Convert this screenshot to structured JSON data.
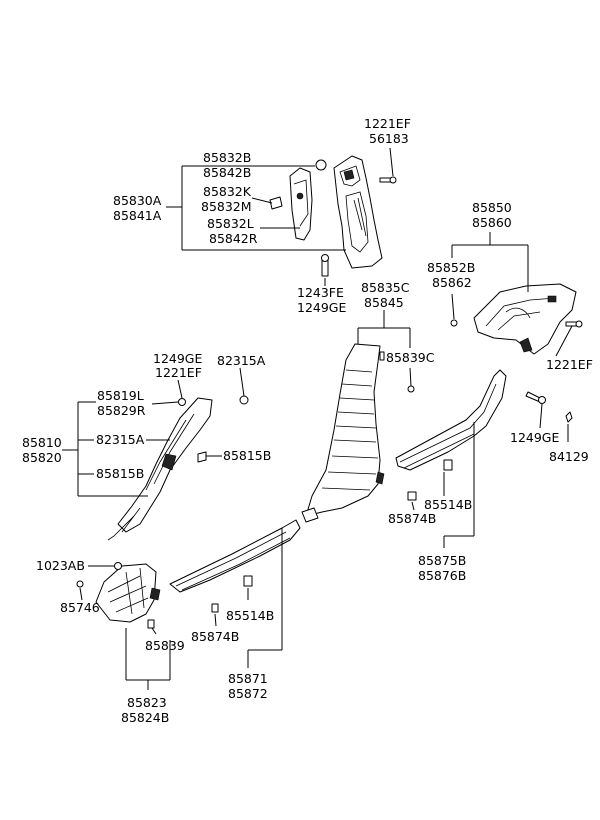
{
  "labels": {
    "l1221EF_a": "1221EF",
    "l56183": "56183",
    "l85832B": "85832B",
    "l85842B": "85842B",
    "l85830A": "85830A",
    "l85841A": "85841A",
    "l85832K": "85832K",
    "l85832M": "85832M",
    "l85832L": "85832L",
    "l85842R": "85842R",
    "l1243FE": "1243FE",
    "l1249GE_a": "1249GE",
    "l85850": "85850",
    "l85860": "85860",
    "l85852B": "85852B",
    "l85862": "85862",
    "l1221EF_b": "1221EF",
    "l85835C": "85835C",
    "l85845": "85845",
    "l85839C": "85839C",
    "l1249GE_b": "1249GE",
    "l1221EF_c": "1221EF",
    "l82315A_a": "82315A",
    "l85819L": "85819L",
    "l85829R": "85829R",
    "l85810": "85810",
    "l85820": "85820",
    "l82315A_b": "82315A",
    "l85815B_a": "85815B",
    "l85815B_b": "85815B",
    "l1249GE_c": "1249GE",
    "l84129": "84129",
    "l85514B_a": "85514B",
    "l85874B_a": "85874B",
    "l85875B": "85875B",
    "l85876B": "85876B",
    "l1023AB": "1023AB",
    "l85746": "85746",
    "l85839": "85839",
    "l85514B_b": "85514B",
    "l85874B_b": "85874B",
    "l85871": "85871",
    "l85872": "85872",
    "l85823": "85823",
    "l85824B": "85824B"
  }
}
